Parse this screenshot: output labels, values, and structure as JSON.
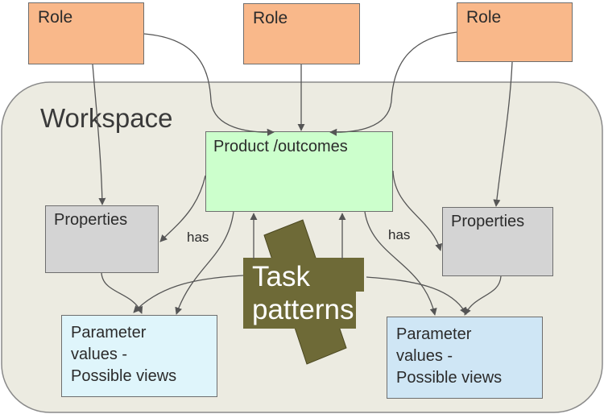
{
  "workspace": {
    "title": "Workspace"
  },
  "roles": [
    {
      "label": "Role"
    },
    {
      "label": "Role"
    },
    {
      "label": "Role"
    }
  ],
  "product": {
    "label": "Product /outcomes"
  },
  "properties": [
    {
      "label": "Properties"
    },
    {
      "label": "Properties"
    }
  ],
  "parameters": [
    {
      "label": "Parameter\nvalues -\nPossible views"
    },
    {
      "label": "Parameter\nvalues -\nPossible views"
    }
  ],
  "edge_labels": {
    "left": "has",
    "right": "has"
  },
  "task": {
    "line1": "Task",
    "line2": "patterns"
  },
  "colors": {
    "role_fill": "#f9b88a",
    "product_fill": "#ccffcc",
    "properties_fill": "#d4d4d4",
    "parameter_left_fill": "#dff5fb",
    "parameter_right_fill": "#cfe6f5",
    "workspace_fill": "#ecebe1",
    "task_fill": "#6e6a37",
    "connector": "#555555"
  }
}
